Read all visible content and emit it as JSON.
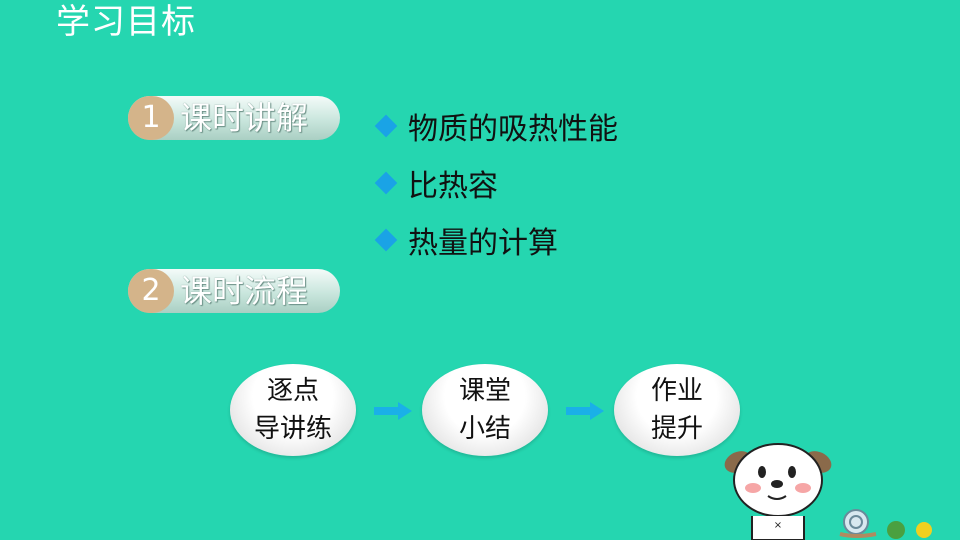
{
  "page": {
    "title": "学习目标"
  },
  "sections": [
    {
      "number": "1",
      "label": "课时讲解"
    },
    {
      "number": "2",
      "label": "课时流程"
    }
  ],
  "bullets": [
    "物质的吸热性能",
    "比热容",
    "热量的计算"
  ],
  "flow": [
    {
      "line1": "逐点",
      "line2": "导讲练"
    },
    {
      "line1": "课堂",
      "line2": "小结"
    },
    {
      "line1": "作业",
      "line2": "提升"
    }
  ],
  "colors": {
    "background": "#25d6b0",
    "number_badge": "#d4b48a",
    "bullet_diamond": "#1aa3e6",
    "flow_arrow": "#1ab0e8"
  },
  "icons": [
    "diamond-bullet-icon",
    "arrow-right-icon",
    "cartoon-dog",
    "snail-icon"
  ]
}
